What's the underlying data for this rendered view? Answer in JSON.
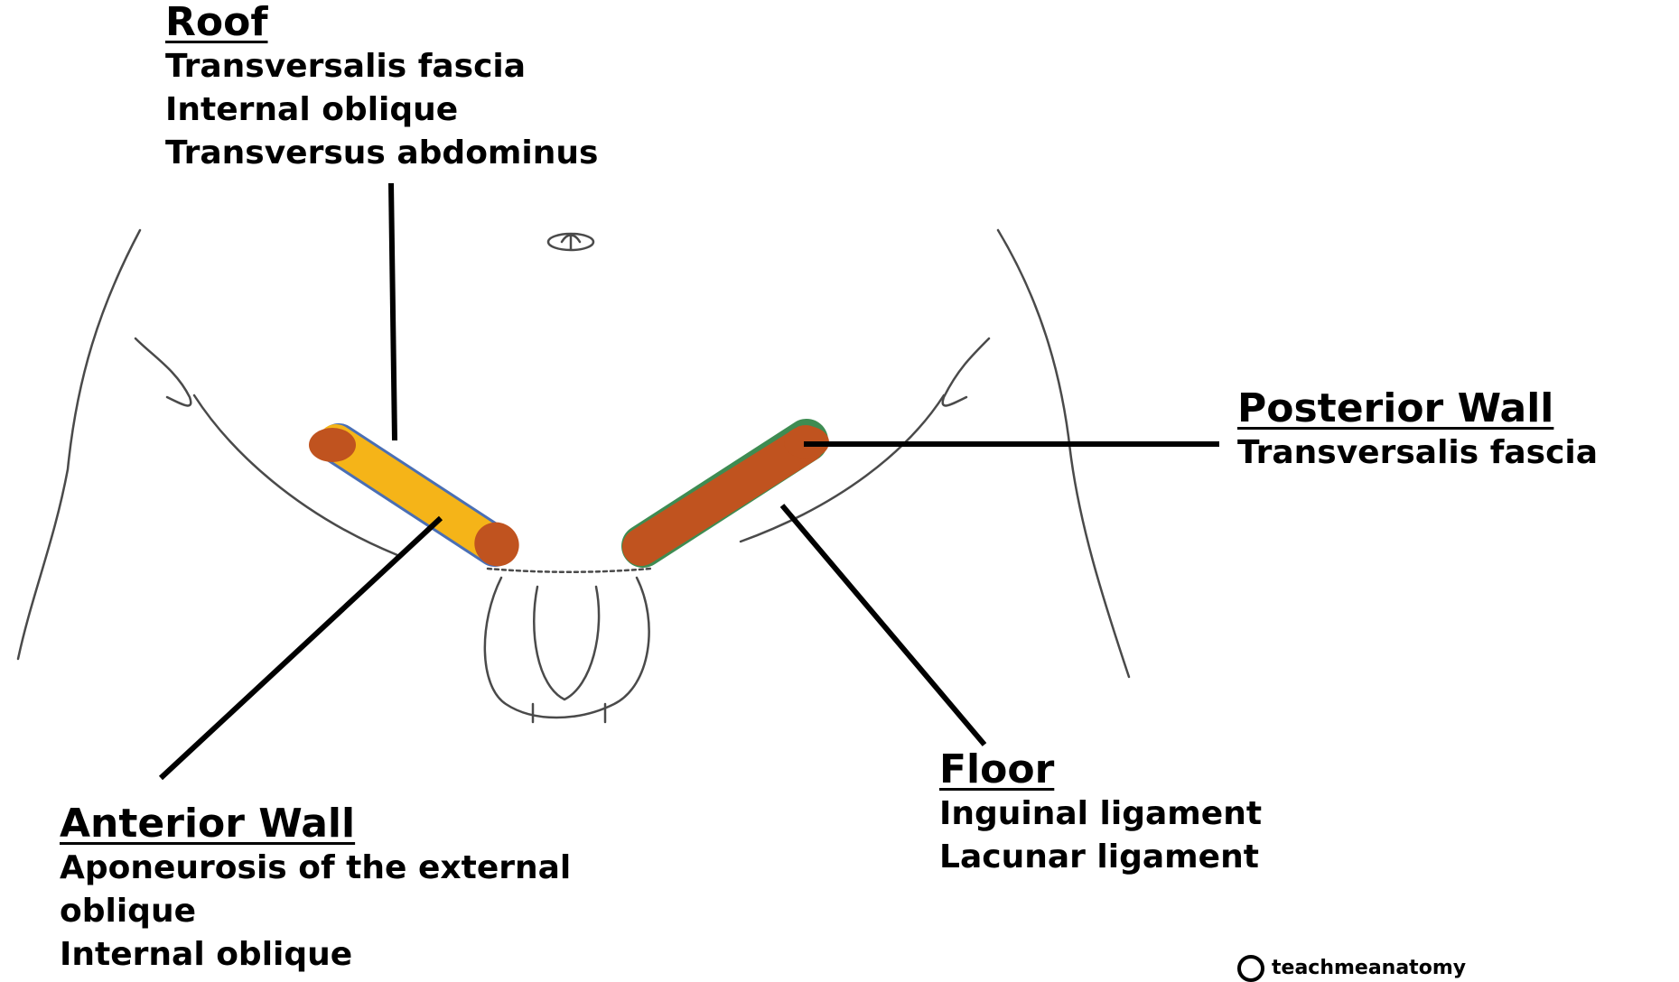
{
  "colors": {
    "outline": "#4a4a4a",
    "leader": "#000000",
    "canal_anterior": "#f5b418",
    "canal_posterior": "#c0531f",
    "canal_ring": "#c0531f"
  },
  "labels": {
    "roof": {
      "title": "Roof",
      "items": [
        "Transversalis fascia",
        "Internal oblique",
        "Transversus abdominus"
      ]
    },
    "posterior_wall": {
      "title": "Posterior Wall",
      "items": [
        "Transversalis fascia"
      ]
    },
    "floor": {
      "title": "Floor",
      "items": [
        "Inguinal ligament",
        "Lacunar ligament"
      ]
    },
    "anterior_wall": {
      "title": "Anterior Wall",
      "items": [
        "Aponeurosis of the external oblique",
        "Internal oblique"
      ]
    }
  },
  "watermark": {
    "text": "teachmeanatomy",
    "icon": "teachmeanatomy-logo-icon"
  }
}
